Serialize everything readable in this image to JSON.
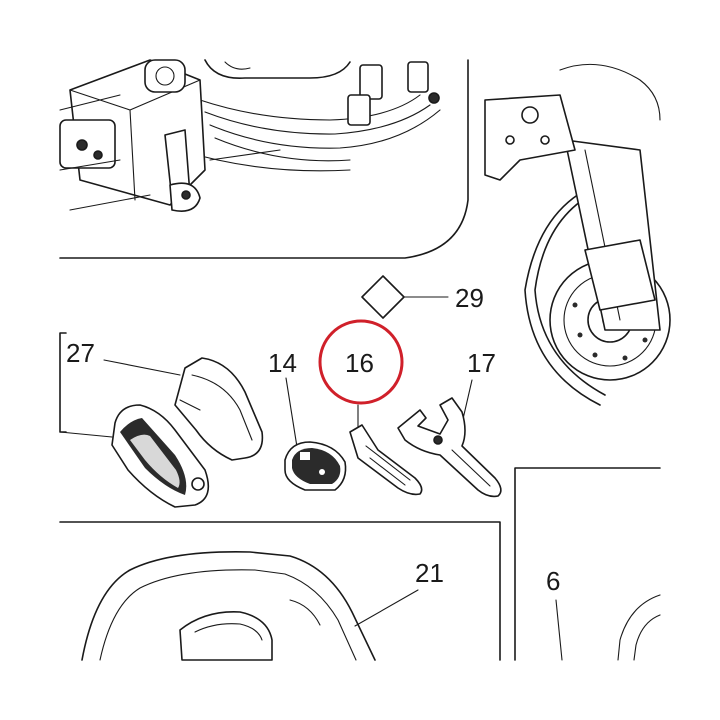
{
  "diagram": {
    "callouts": {
      "c29": "29",
      "c27": "27",
      "c14": "14",
      "c16": "16",
      "c17": "17",
      "c21": "21",
      "c6": "6"
    },
    "highlight_color": "#d0202a",
    "line_color": "#1a1a1a"
  }
}
